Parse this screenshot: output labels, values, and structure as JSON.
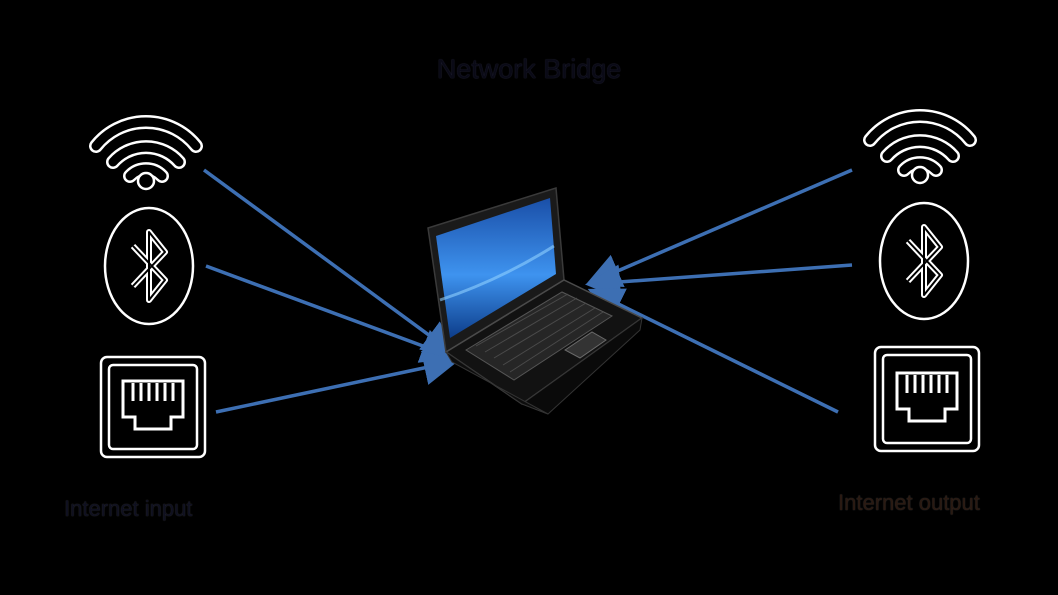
{
  "diagram": {
    "title": "Network Bridge",
    "left_caption": "Internet input",
    "right_caption": "Internet output"
  },
  "icons": {
    "left": [
      "wifi-icon",
      "bluetooth-icon",
      "ethernet-port-icon"
    ],
    "center": "laptop-icon",
    "right": [
      "wifi-icon",
      "bluetooth-icon",
      "ethernet-port-icon"
    ]
  },
  "colors": {
    "background": "#000000",
    "arrow": "#3d6fb3",
    "screen": "#1f73d6",
    "icon_fill": "#000000",
    "icon_stroke": "#ffffff"
  }
}
